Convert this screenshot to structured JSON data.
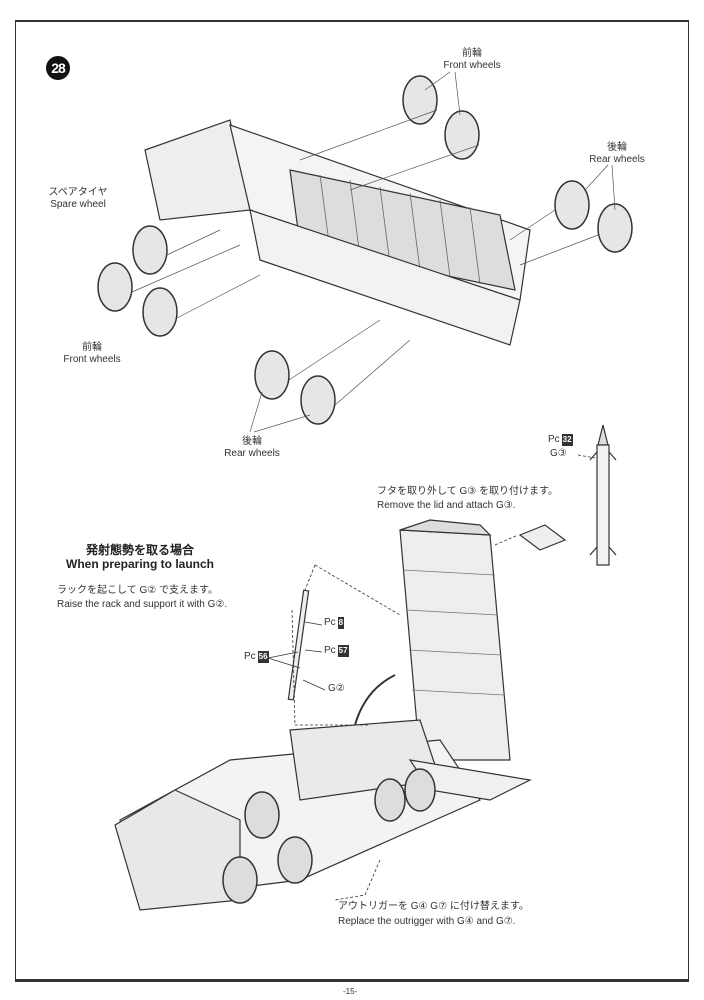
{
  "step": {
    "number": "28"
  },
  "top_assembly": {
    "front_wheels_top": {
      "ja": "前輪",
      "en": "Front wheels"
    },
    "rear_wheels_right": {
      "ja": "後輪",
      "en": "Rear wheels"
    },
    "spare_wheel": {
      "ja": "スペアタイヤ",
      "en": "Spare wheel"
    },
    "front_wheels_left": {
      "ja": "前輪",
      "en": "Front wheels"
    },
    "rear_wheels_bottom": {
      "ja": "後輪",
      "en": "Rear wheels"
    }
  },
  "missile": {
    "pc_label": "Pc",
    "pc_number": "32",
    "part": "G③"
  },
  "lid_instruction": {
    "ja": "フタを取り外して G③ を取り付けます。",
    "en": "Remove the lid and attach G③."
  },
  "launch_section": {
    "title_ja": "発射態勢を取る場合",
    "title_en": "When preparing to launch",
    "instruction_ja": "ラックを起こして G② で支えます。",
    "instruction_en": "Raise the rack and support it with G②."
  },
  "support_parts": [
    {
      "pc_label": "Pc",
      "pc_number": "8"
    },
    {
      "pc_label": "Pc",
      "pc_number": "57"
    },
    {
      "pc_label": "Pc",
      "pc_number": "56"
    },
    {
      "part": "G②"
    }
  ],
  "outrigger_instruction": {
    "ja": "アウトリガーを G④ G⑦ に付け替えます。",
    "en": "Replace the outrigger with G④ and G⑦."
  },
  "page_number": "-15-"
}
